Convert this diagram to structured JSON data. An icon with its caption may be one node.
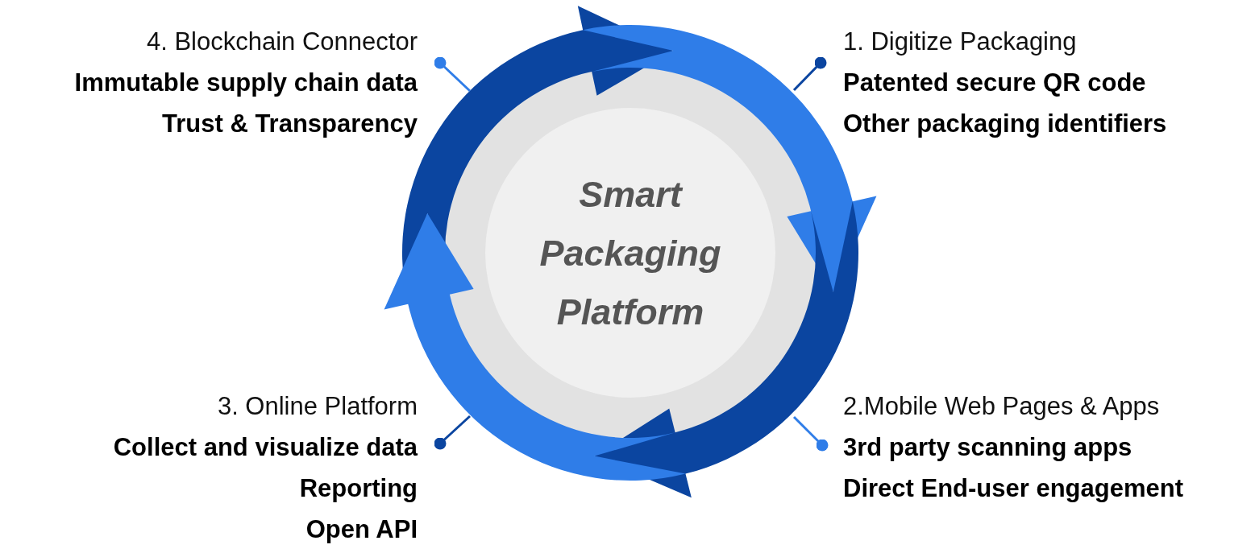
{
  "diagram": {
    "nodes": [
      {
        "text": [
          "Smart Packaging Platform"
        ]
      },
      {
        "text": [
          "1. Digitize Packaging",
          "Patented secure QR code",
          "Other packaging identifiers"
        ]
      },
      {
        "text": [
          "2.Mobile Web Pages & Apps",
          "3rd party scanning apps",
          "Direct End-user engagement"
        ]
      },
      {
        "text": [
          "3. Online Platform",
          "Collect and visualize data",
          "Reporting",
          "Open API"
        ]
      },
      {
        "text": [
          "4. Blockchain Connector",
          "Immutable supply chain data",
          "Trust & Transparency"
        ]
      }
    ],
    "edges": [
      {
        "from": 1,
        "to": null,
        "arrow": "other",
        "color": "#0b45a0"
      },
      {
        "from": 2,
        "to": null,
        "arrow": "other"
      },
      {
        "from": 3,
        "to": null,
        "arrow": "other",
        "color": "#0b45a0"
      },
      {
        "from": 4,
        "to": null,
        "arrow": "other"
      }
    ]
  }
}
